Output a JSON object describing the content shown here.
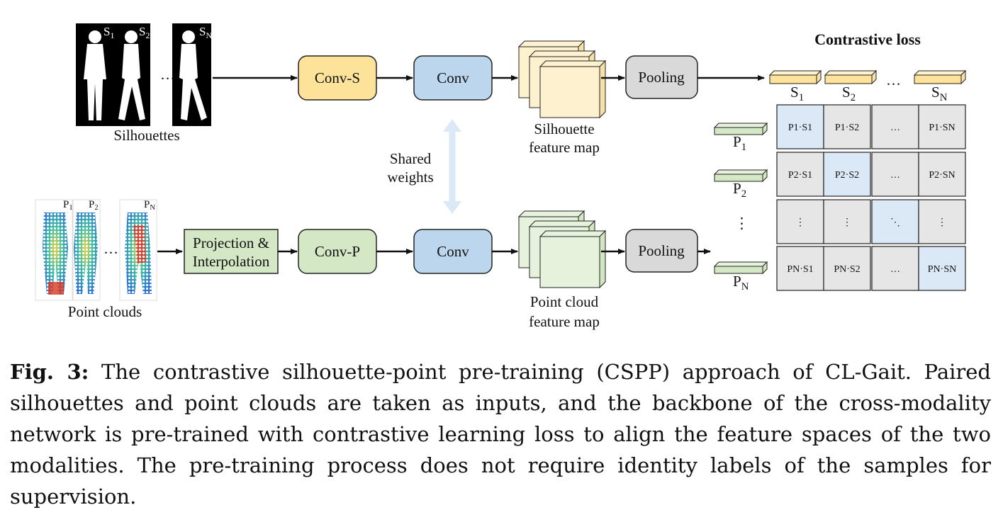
{
  "figure": {
    "contrastive_title": "Contrastive loss",
    "silhouettes_label": "Silhouettes",
    "point_clouds_label": "Point clouds",
    "silhouette_feature_map": [
      "Silhouette",
      "feature map"
    ],
    "pointcloud_feature_map": [
      "Point cloud",
      "feature map"
    ],
    "shared_weights": [
      "Shared",
      "weights"
    ],
    "ellipsis": "…",
    "vdots": "⋮",
    "ddots": "⋱",
    "sil_tags": [
      {
        "b": "S",
        "s": "1"
      },
      {
        "b": "S",
        "s": "2"
      },
      {
        "b": "S",
        "s": "N"
      }
    ],
    "pc_tags": [
      {
        "b": "P",
        "s": "1"
      },
      {
        "b": "P",
        "s": "2"
      },
      {
        "b": "P",
        "s": "N"
      }
    ],
    "blocks": {
      "conv_s": "Conv-S",
      "conv_top": "Conv",
      "pooling_top": "Pooling",
      "projection": [
        "Projection &",
        "Interpolation"
      ],
      "conv_p": "Conv-P",
      "conv_bottom": "Conv",
      "pooling_bottom": "Pooling"
    },
    "s_vectors": [
      {
        "b": "S",
        "s": "1"
      },
      {
        "b": "S",
        "s": "2"
      },
      {
        "b": "S",
        "s": "N"
      }
    ],
    "p_vectors": [
      {
        "b": "P",
        "s": "1"
      },
      {
        "b": "P",
        "s": "2"
      },
      {
        "b": "P",
        "s": "N"
      }
    ],
    "matrix": [
      [
        {
          "t": "P1·S1",
          "hl": true
        },
        {
          "t": "P1·S2",
          "hl": false
        },
        {
          "t": "…",
          "hl": false
        },
        {
          "t": "P1·SN",
          "hl": false
        }
      ],
      [
        {
          "t": "P2·S1",
          "hl": false
        },
        {
          "t": "P2·S2",
          "hl": true
        },
        {
          "t": "…",
          "hl": false
        },
        {
          "t": "P2·SN",
          "hl": false
        }
      ],
      [
        {
          "t": "⋮",
          "hl": false
        },
        {
          "t": "⋮",
          "hl": false
        },
        {
          "t": "⋱",
          "hl": true
        },
        {
          "t": "⋮",
          "hl": false
        }
      ],
      [
        {
          "t": "PN·S1",
          "hl": false
        },
        {
          "t": "PN·S2",
          "hl": false
        },
        {
          "t": "…",
          "hl": false
        },
        {
          "t": "PN·SN",
          "hl": true
        }
      ]
    ],
    "colors": {
      "conv_s": "#fde39a",
      "conv": "#bcd6ee",
      "pooling": "#d9d9d9",
      "green": "#d5e8c5",
      "cell": "#e6e6e6",
      "cell_highlight": "#dbe8f5",
      "shared_arrow": "#dbe8f5",
      "feature_yellow": "#fdf1cf",
      "feature_green": "#e6f2dc"
    }
  },
  "caption": {
    "label": "Fig. 3:",
    "text": " The contrastive silhouette-point pre-training (CSPP) approach of CL-Gait. Paired silhouettes and point clouds are taken as inputs, and the backbone of the cross-modality network is pre-trained with contrastive learning loss to align the feature spaces of the two modalities. The pre-training process does not require identity labels of the samples for supervision."
  }
}
